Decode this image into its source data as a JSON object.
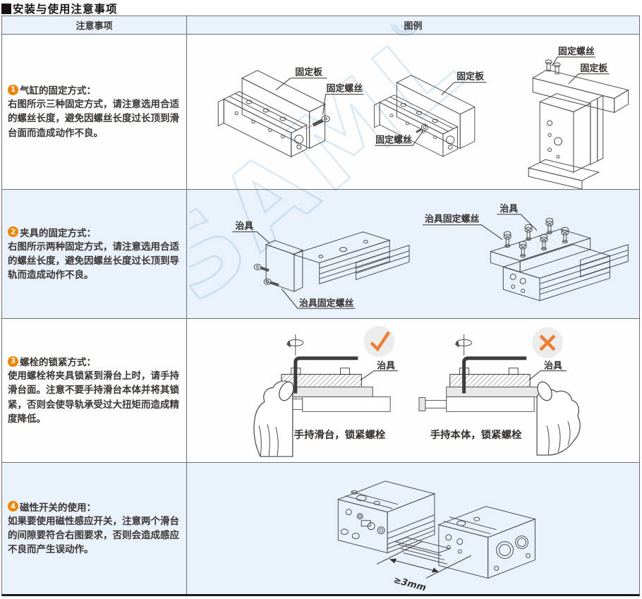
{
  "title": "安装与使用注意事项",
  "title_marker": "■",
  "watermark": {
    "text": "SAML",
    "mark": "®"
  },
  "colors": {
    "accent_orange": "#f08300",
    "row_alt_bg": "#e9f2fa",
    "ok_ng_orange": "#ee7d2e",
    "watermark_blue": "#bcd9ee",
    "line": "#4c4c4c"
  },
  "table": {
    "headers": {
      "notes": "注意事项",
      "legend": "图例"
    },
    "rows": [
      {
        "num": "1",
        "heading": "气缸的固定方式：",
        "body": "右图所示三种固定方式，请注意选用合适的螺丝长度，避免因螺丝长度过长顶到滑台面而造成动作不良。"
      },
      {
        "num": "2",
        "heading": "夹具的固定方式：",
        "body": "右图所示两种固定方式，请注意选用合适的螺丝长度，避免因螺丝长度过长顶到导轨而造成动作不良。"
      },
      {
        "num": "3",
        "heading": "螺栓的锁紧方式：",
        "body": "使用螺栓将夹具锁紧到滑台上时，请手持滑台面。注意不要手持滑台本体并将其锁紧，否则会使导轨承受过大扭矩而造成精度降低。"
      },
      {
        "num": "4",
        "heading": "磁性开关的使用：",
        "body": "如果要使用磁性感应开关，注意两个滑台的间隙要符合右图要求，否则会造成感应不良而产生误动作。"
      }
    ]
  },
  "labels": {
    "fixing_plate": "固定板",
    "fixing_screw": "固定螺丝",
    "jig": "治具",
    "jig_fixing_screw": "治具固定螺丝",
    "caption_ok": "手持滑台，锁紧螺栓",
    "caption_ng": "手持本体，锁紧螺栓",
    "gap_dimension": "≥3mm"
  }
}
